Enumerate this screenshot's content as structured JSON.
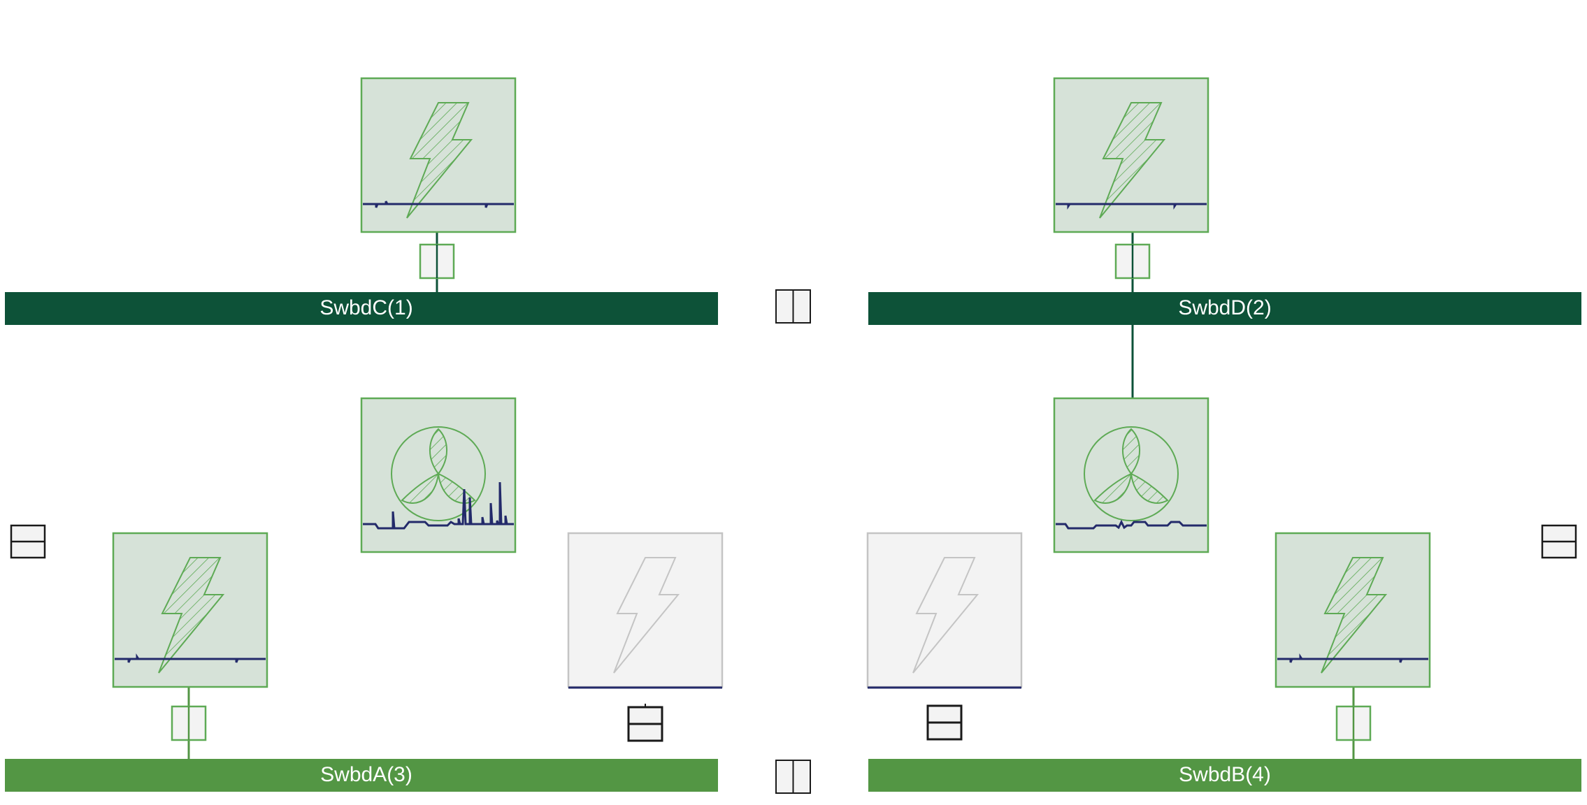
{
  "colors": {
    "bus_dark": "#0d5238",
    "bus_light": "#539644",
    "tile_on_fill": "#d6e2d8",
    "tile_on_stroke": "#5eaa55",
    "tile_off_fill": "#f3f3f3",
    "tile_off_stroke": "#c4c4c4",
    "trace": "#232a6a",
    "breaker_closed": "#5eaa55",
    "breaker_open": "#1a1a1a"
  },
  "buses": [
    {
      "id": "C",
      "label": "SwbdC(1)",
      "energized": "dark"
    },
    {
      "id": "D",
      "label": "SwbdD(2)",
      "energized": "dark"
    },
    {
      "id": "A",
      "label": "SwbdA(3)",
      "energized": "light"
    },
    {
      "id": "B",
      "label": "SwbdB(4)",
      "energized": "light"
    }
  ],
  "sources": [
    {
      "id": "gen-c",
      "kind": "generator",
      "state": "on",
      "bus": "C"
    },
    {
      "id": "gen-d",
      "kind": "generator",
      "state": "on",
      "bus": "D"
    },
    {
      "id": "fan-left",
      "kind": "fan-load",
      "state": "on"
    },
    {
      "id": "fan-right",
      "kind": "fan-load",
      "state": "on",
      "bus": "D"
    },
    {
      "id": "gen-a",
      "kind": "generator",
      "state": "on",
      "bus": "A"
    },
    {
      "id": "gen-left-off",
      "kind": "generator",
      "state": "off"
    },
    {
      "id": "gen-right-off",
      "kind": "generator",
      "state": "off"
    },
    {
      "id": "gen-b",
      "kind": "generator",
      "state": "on",
      "bus": "B"
    }
  ],
  "breakers": [
    {
      "id": "brk-gen-c",
      "state": "closed"
    },
    {
      "id": "brk-gen-d",
      "state": "closed"
    },
    {
      "id": "brk-gen-a",
      "state": "closed"
    },
    {
      "id": "brk-gen-b",
      "state": "closed"
    },
    {
      "id": "tie-cd",
      "state": "open"
    },
    {
      "id": "tie-ab",
      "state": "open"
    },
    {
      "id": "brk-left-off",
      "state": "open"
    },
    {
      "id": "brk-right-off",
      "state": "open"
    },
    {
      "id": "brk-left-edge",
      "state": "open"
    },
    {
      "id": "brk-right-edge",
      "state": "open"
    }
  ]
}
